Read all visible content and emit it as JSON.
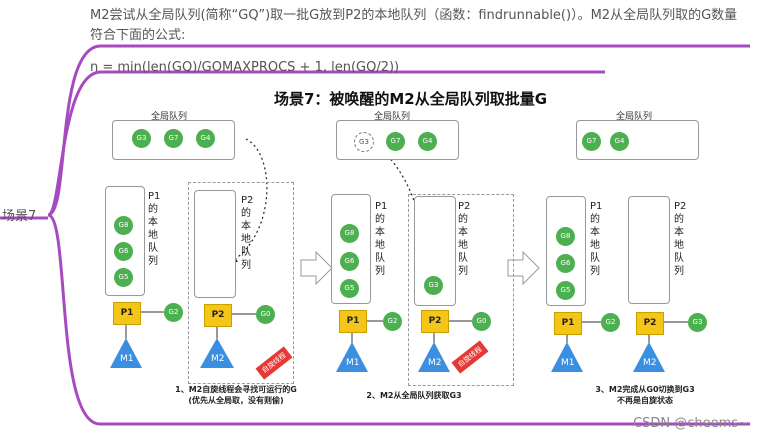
{
  "mindmap": {
    "node_label": "场景7"
  },
  "notes": {
    "line1": "M2尝试从全局队列(简称“GQ”)取一批G放到P2的本地队列（函数：findrunnable()）。M2从全局队列取的G数量符合下面的公式:",
    "line2": "n = min(len(GQ)/GOMAXPROCS + 1, len(GQ/2))"
  },
  "figure": {
    "title": "场景7：被唤醒的M2从全局队列取批量G",
    "global_queue_label": "全局队列",
    "p1_queue_label": [
      "P1",
      "的",
      "本",
      "地",
      "队",
      "列"
    ],
    "p2_queue_label": [
      "P2",
      "的",
      "本",
      "地",
      "队",
      "列"
    ],
    "panels": [
      {
        "global_gs": [
          "G3",
          "G7",
          "G4"
        ],
        "p1_gs": [
          "G8",
          "G6",
          "G5"
        ],
        "p1_running": "G2",
        "p2_running": "G0",
        "p1": "P1",
        "p2": "P2",
        "m1": "M1",
        "m2": "M2",
        "spin_tag": "自旋线程",
        "caption": [
          "1、M2自旋线程会寻找可运行的G",
          "(优先从全局取，没有则偷)"
        ]
      },
      {
        "global_gs": [
          "G3",
          "G7",
          "G4"
        ],
        "p1_gs": [
          "G8",
          "G6",
          "G5"
        ],
        "p2_gs": [
          "G3"
        ],
        "p1_running": "G2",
        "p2_running": "G0",
        "p1": "P1",
        "p2": "P2",
        "m1": "M1",
        "m2": "M2",
        "spin_tag": "自旋线程",
        "caption": [
          "2、M2从全局队列获取G3"
        ]
      },
      {
        "global_gs": [
          "G7",
          "G4"
        ],
        "p1_gs": [
          "G8",
          "G6",
          "G5"
        ],
        "p1_running": "G2",
        "p2_running": "G3",
        "p1": "P1",
        "p2": "P2",
        "m1": "M1",
        "m2": "M2",
        "caption": [
          "3、M2完成从G0切换到G3",
          "不再是自旋状态"
        ]
      }
    ]
  },
  "watermark": "CSDN @cheems~",
  "colors": {
    "bracket": "#a64bbf",
    "g": "#4caf50",
    "p": "#f5c518",
    "m": "#3b8fe0",
    "spin": "#e53935"
  }
}
